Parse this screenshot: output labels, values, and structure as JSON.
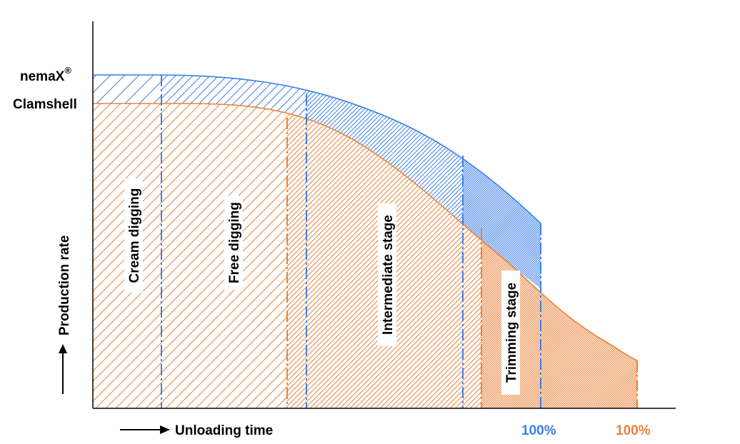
{
  "labels": {
    "nemax": "nemaX",
    "nemax_mark": "®",
    "clamshell": "Clamshell",
    "y_axis": "Production rate",
    "x_axis": "Unloading time",
    "pct_nemax": "100%",
    "pct_clamshell": "100%"
  },
  "stages": {
    "cream": "Cream digging",
    "free": "Free digging",
    "intermediate": "Intermediate stage",
    "trimming": "Trimming stage"
  },
  "colors": {
    "nemax": "#3d7fe8",
    "clamshell": "#e8823b",
    "axis": "#000000"
  }
}
